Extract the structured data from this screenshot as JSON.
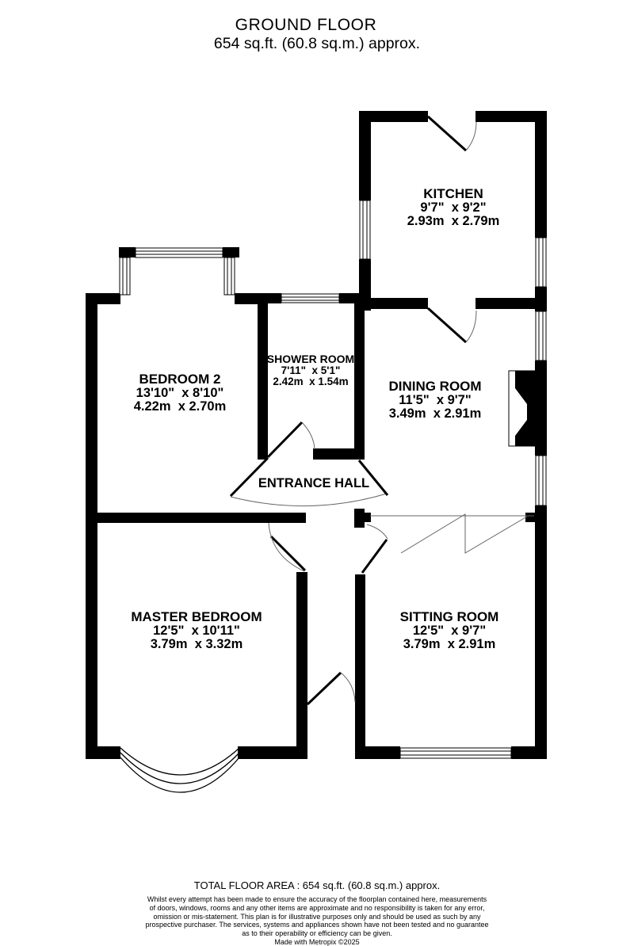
{
  "header": {
    "title": "GROUND FLOOR",
    "subtitle": "654 sq.ft. (60.8 sq.m.) approx."
  },
  "rooms": {
    "kitchen": {
      "name": "KITCHEN",
      "imperial": "9'7\"  x 9'2\"",
      "metric": "2.93m  x 2.79m"
    },
    "bedroom2": {
      "name": "BEDROOM 2",
      "imperial": "13'10\"  x 8'10\"",
      "metric": "4.22m  x 2.70m"
    },
    "shower": {
      "name": "SHOWER ROOM",
      "imperial": "7'11\"  x 5'1\"",
      "metric": "2.42m  x 1.54m"
    },
    "dining": {
      "name": "DINING ROOM",
      "imperial": "11'5\"  x 9'7\"",
      "metric": "3.49m  x 2.91m"
    },
    "hall": {
      "name": "ENTRANCE HALL"
    },
    "master": {
      "name": "MASTER BEDROOM",
      "imperial": "12'5\"  x 10'11\"",
      "metric": "3.79m  x 3.32m"
    },
    "sitting": {
      "name": "SITTING ROOM",
      "imperial": "12'5\"  x 9'7\"",
      "metric": "3.79m  x 2.91m"
    }
  },
  "footer": {
    "total_line": "TOTAL FLOOR AREA : 654 sq.ft. (60.8 sq.m.) approx.",
    "disclaimer_lines": [
      "Whilst every attempt has been made to ensure the accuracy of the floorplan contained here, measurements",
      "of doors, windows, rooms and any other items are approximate and no responsibility is taken for any error,",
      "omission or mis-statement. This plan is for illustrative purposes only and should be used as such by any",
      "prospective purchaser. The services, systems and appliances shown have not been tested and no guarantee",
      "as to their operability or efficiency can be given."
    ],
    "credit": "Made with Metropix ©2025"
  },
  "colors": {
    "walls": "#000000",
    "background": "#ffffff",
    "thin_lines": "#555555"
  }
}
